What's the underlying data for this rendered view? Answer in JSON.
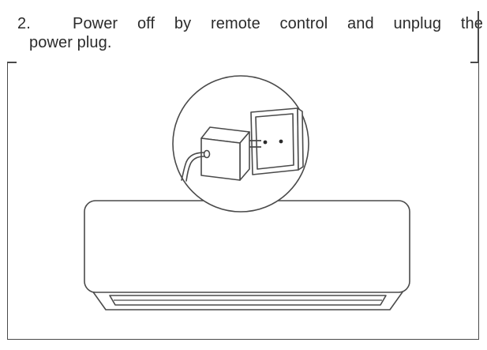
{
  "instruction": {
    "step_number": "2.",
    "line1_text": "Power off by remote control and unplug the",
    "line2_text": "power plug."
  },
  "figure": {
    "subject": "indoor air conditioner unit",
    "detail": "power plug removed from wall socket"
  },
  "colors": {
    "text": "#2b2b2b",
    "stroke": "#4a4a4a",
    "fill": "#ffffff"
  }
}
